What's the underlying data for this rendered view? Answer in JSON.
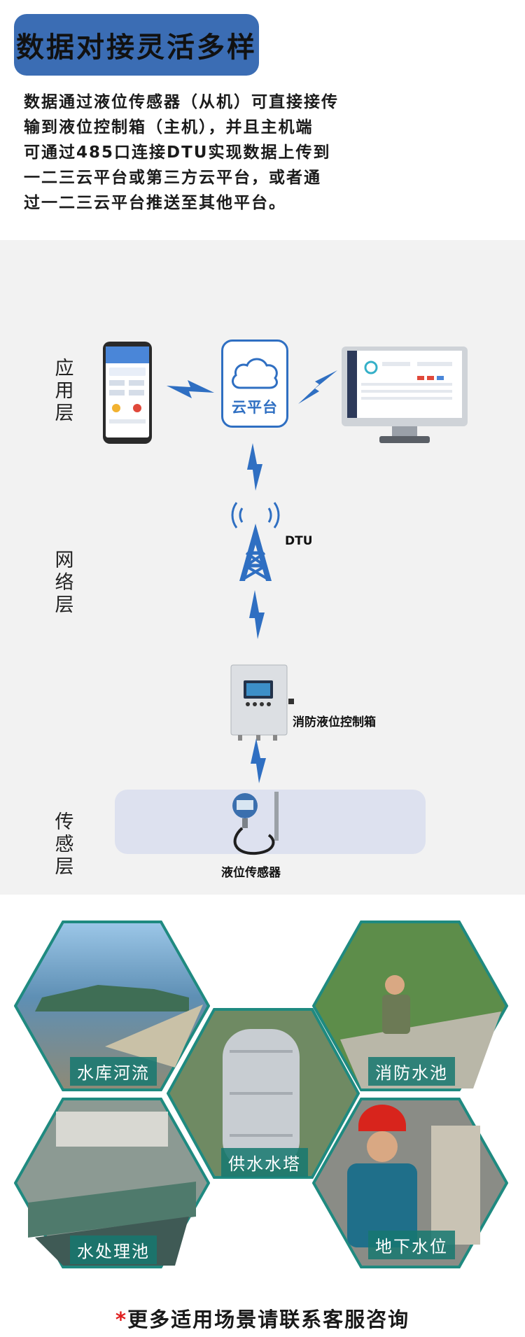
{
  "header": {
    "title": "数据对接灵活多样",
    "intro_lines": [
      "数据通过液位传感器（从机）可直接接传",
      "输到液位控制箱（主机），并且主机端",
      "可通过485口连接DTU实现数据上传到",
      "一二三云平台或第三方云平台，或者通",
      "过一二三云平台推送至其他平台。"
    ]
  },
  "diagram": {
    "layers": {
      "application": "应用层",
      "network": "网络层",
      "sensing": "传感层"
    },
    "cloud_label": "云平台",
    "dtu_label": "DTU",
    "controller_label": "消防液位控制箱",
    "sensor_label": "液位传感器",
    "accent_color": "#2f6fc2"
  },
  "scenarios": {
    "items": [
      "水库河流",
      "消防水池",
      "供水水塔",
      "水处理池",
      "地下水位"
    ]
  },
  "footer": {
    "star": "*",
    "text": "更多适用场景请联系客服咨询"
  }
}
